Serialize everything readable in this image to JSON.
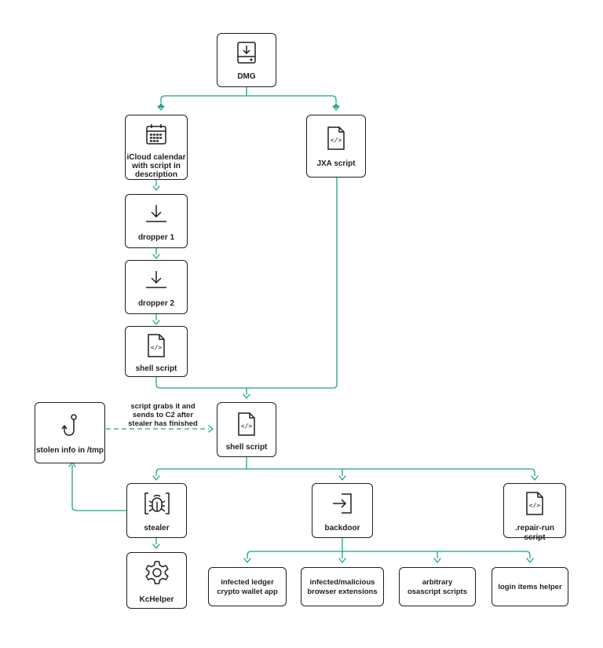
{
  "colors": {
    "edge": "#1aa58a",
    "stroke": "#1f1f1f",
    "background": "#ffffff"
  },
  "nodes": {
    "dmg": {
      "label": "DMG",
      "icon": "download-drive-icon"
    },
    "icloud": {
      "label": "iCloud calendar\nwith script in\ndescription",
      "icon": "calendar-icon"
    },
    "jxa": {
      "label": "JXA script",
      "icon": "code-file-icon"
    },
    "dropper1": {
      "label": "dropper 1",
      "icon": "download-icon"
    },
    "dropper2": {
      "label": "dropper 2",
      "icon": "download-icon"
    },
    "shell1": {
      "label": "shell script",
      "icon": "code-file-icon"
    },
    "shell2": {
      "label": "shell script",
      "icon": "code-file-icon"
    },
    "stolen": {
      "label": "stolen info in /tmp",
      "icon": "hook-icon"
    },
    "stealer": {
      "label": "stealer",
      "icon": "bug-icon"
    },
    "backdoor": {
      "label": "backdoor",
      "icon": "login-arrow-icon"
    },
    "repair": {
      "label": ".repair-run script",
      "icon": "code-file-icon"
    },
    "kchelper": {
      "label": "KcHelper",
      "icon": "gear-icon"
    },
    "ledger": {
      "label": "infected ledger\ncrypto wallet app"
    },
    "extensions": {
      "label": "infected/malicious\nbrowser extensions"
    },
    "osascript": {
      "label": "arbitrary\nosascript scripts"
    },
    "login": {
      "label": "login items helper"
    }
  },
  "annotation": {
    "text": "script grabs it and\nsends to C2 after\nstealer has finished"
  }
}
